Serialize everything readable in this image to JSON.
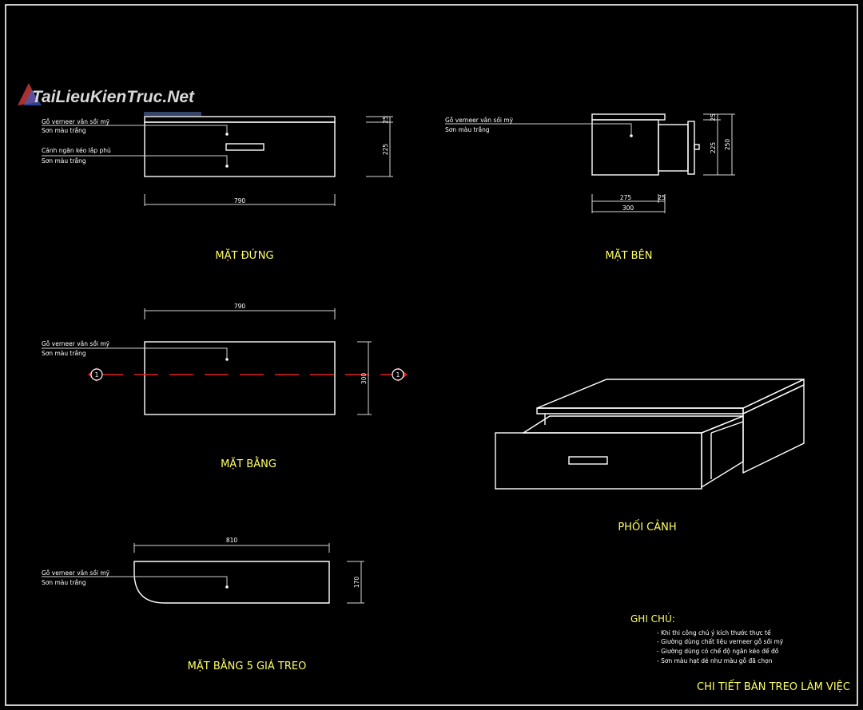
{
  "watermark": {
    "text": "TaiLieuKienTruc.Net"
  },
  "colors": {
    "background": "#000000",
    "line": "#ffffff",
    "title": "#ffff66",
    "section": "#e02020",
    "watermark": "#d9d9d9"
  },
  "elevation": {
    "title": "MẶT ĐỨNG",
    "label_1": "Gỗ verneer vân sồi mỹ",
    "label_2": "Sơn màu trắng",
    "label_3": "Cánh ngăn kéo lắp phủ",
    "label_4": "Sơn màu trắng",
    "dim_width": "790",
    "dim_top": "25",
    "dim_height": "225"
  },
  "side": {
    "title": "MẶT BÊN",
    "label_1": "Gỗ verneer vân sồi mỹ",
    "label_2": "Sơn màu trắng",
    "dim_top": "25",
    "dim_height": "225",
    "dim_total": "250",
    "dim_depth": "275",
    "dim_front": "25",
    "dim_total_depth": "300"
  },
  "plan": {
    "title": "MẶT BẰNG",
    "label_1": "Gỗ verneer vân sồi mỹ",
    "label_2": "Sơn màu trắng",
    "dim_width": "790",
    "dim_depth": "300",
    "section_mark": "1"
  },
  "perspective": {
    "title": "PHỐI CẢNH"
  },
  "shelf_plan": {
    "title": "MẶT BẰNG 5 GIÁ TREO",
    "label_1": "Gỗ verneer vân sồi mỹ",
    "label_2": "Sơn màu trắng",
    "dim_width": "810",
    "dim_depth": "170"
  },
  "notes": {
    "title": "GHI CHÚ:",
    "items": [
      "- Khi thi công chú ý kích thước thực tế",
      "- Giường dùng chất liệu verneer gỗ sồi mỹ",
      "- Giường dùng có chế độ ngăn kéo để đồ",
      "- Sơn màu hạt dẻ như màu gỗ đã chọn"
    ]
  },
  "sheet_title": "CHI TIẾT BÀN TREO LÀM VIỆC"
}
